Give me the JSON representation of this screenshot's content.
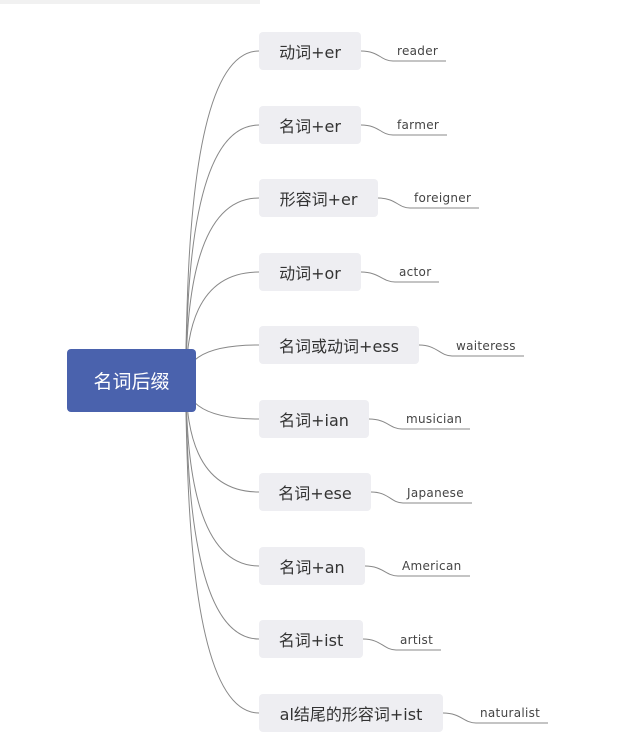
{
  "root": {
    "label": "名词后缀"
  },
  "branches": [
    {
      "rule": "动词+er",
      "example": "reader"
    },
    {
      "rule": "名词+er",
      "example": "farmer"
    },
    {
      "rule": "形容词+er",
      "example": "foreigner"
    },
    {
      "rule": "动词+or",
      "example": "actor"
    },
    {
      "rule": "名词或动词+ess",
      "example": "waiteress"
    },
    {
      "rule": "名词+ian",
      "example": "musician"
    },
    {
      "rule": "名词+ese",
      "example": "Japanese"
    },
    {
      "rule": "名词+an",
      "example": "American"
    },
    {
      "rule": "名词+ist",
      "example": "artist"
    },
    {
      "rule": "al结尾的形容词+ist",
      "example": "naturalist"
    }
  ],
  "colors": {
    "root_fill": "#4a62ad",
    "rule_fill": "#eeeef2",
    "line": "#888888"
  }
}
